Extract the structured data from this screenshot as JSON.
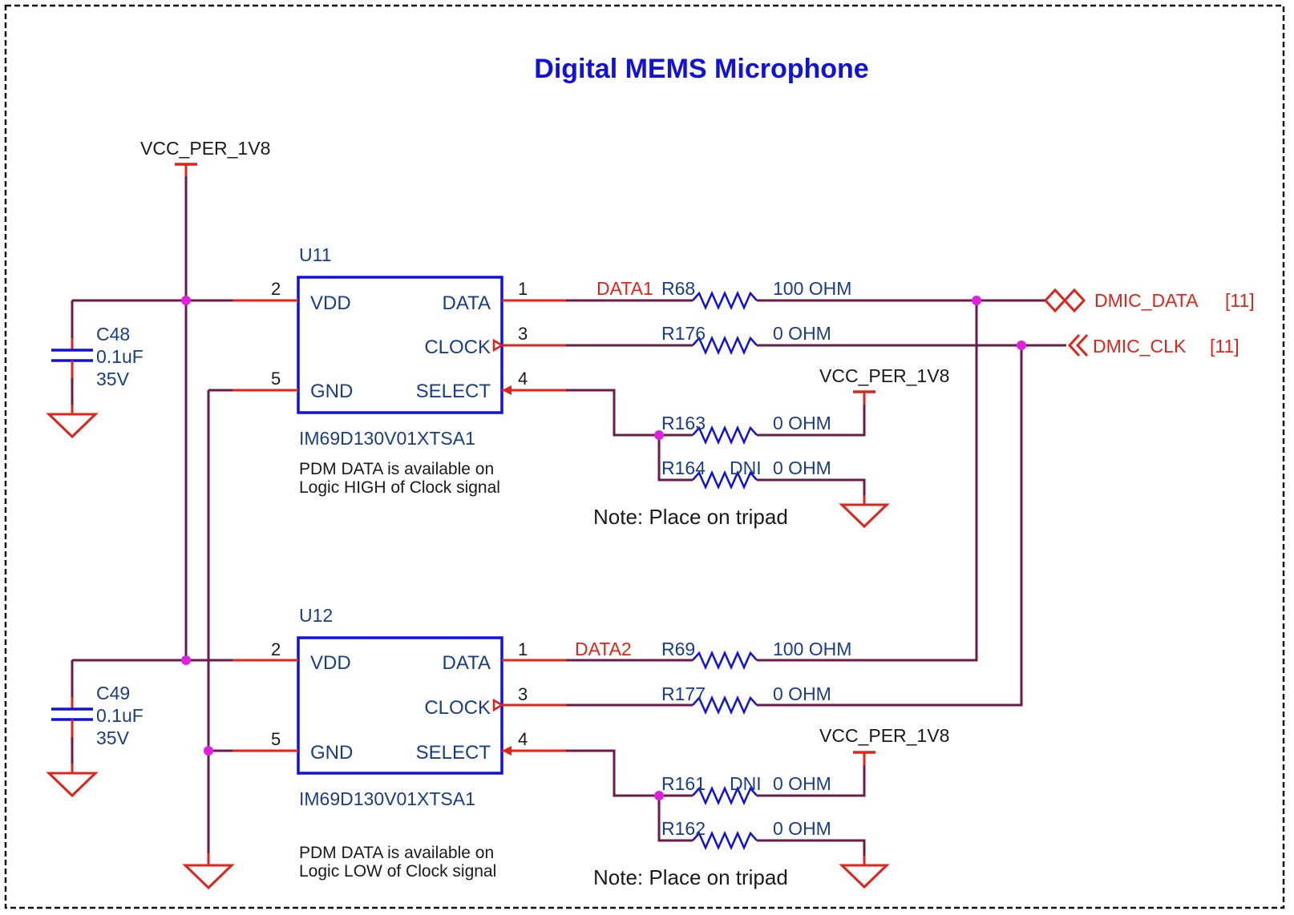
{
  "title": "Digital MEMS Microphone",
  "power_net": "VCC_PER_1V8",
  "u11": {
    "ref": "U11",
    "part": "IM69D130V01XTSA1",
    "pins": {
      "vdd": "VDD",
      "data": "DATA",
      "clock": "CLOCK",
      "gnd": "GND",
      "select": "SELECT"
    },
    "pin_numbers": {
      "vdd": "2",
      "data": "1",
      "clock": "3",
      "gnd": "5",
      "select": "4"
    },
    "note_line1": "PDM DATA is available on",
    "note_line2": "Logic HIGH of Clock signal",
    "data_net": "DATA1"
  },
  "u12": {
    "ref": "U12",
    "part": "IM69D130V01XTSA1",
    "pins": {
      "vdd": "VDD",
      "data": "DATA",
      "clock": "CLOCK",
      "gnd": "GND",
      "select": "SELECT"
    },
    "pin_numbers": {
      "vdd": "2",
      "data": "1",
      "clock": "3",
      "gnd": "5",
      "select": "4"
    },
    "note_line1": "PDM DATA is available on",
    "note_line2": "Logic LOW of Clock signal",
    "data_net": "DATA2"
  },
  "capacitors": {
    "c48": {
      "ref": "C48",
      "value": "0.1uF",
      "voltage": "35V"
    },
    "c49": {
      "ref": "C49",
      "value": "0.1uF",
      "voltage": "35V"
    }
  },
  "resistors": {
    "r68": {
      "ref": "R68",
      "value": "100 OHM"
    },
    "r176": {
      "ref": "R176",
      "value": "0 OHM"
    },
    "r163": {
      "ref": "R163",
      "value": "0 OHM"
    },
    "r164": {
      "ref": "R164",
      "dni": "DNI",
      "value": "0 OHM"
    },
    "r69": {
      "ref": "R69",
      "value": "100 OHM"
    },
    "r177": {
      "ref": "R177",
      "value": "0 OHM"
    },
    "r161": {
      "ref": "R161",
      "dni": "DNI",
      "value": "0 OHM"
    },
    "r162": {
      "ref": "R162",
      "value": "0 OHM"
    }
  },
  "ports": {
    "data": {
      "name": "DMIC_DATA",
      "ref": "[11]"
    },
    "clk": {
      "name": "DMIC_CLK",
      "ref": "[11]"
    }
  },
  "tripad_note": "Note: Place on tripad"
}
